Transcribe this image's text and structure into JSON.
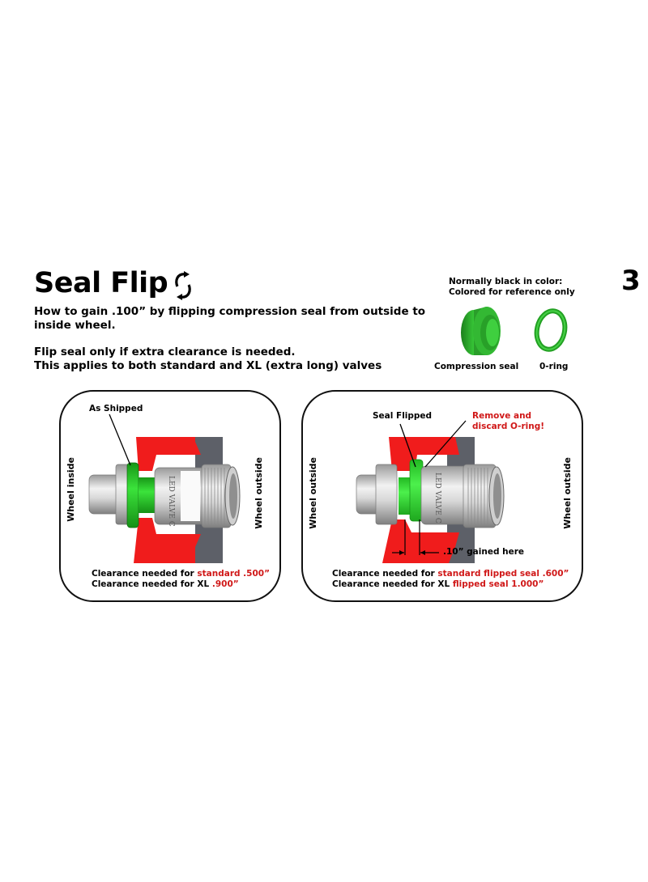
{
  "page": {
    "title": "Seal Flip",
    "title_icon": "flip-arrows-icon",
    "page_number": "3",
    "intro_line1": "How to gain .100” by flipping compression seal from outside to inside wheel.",
    "intro_line2": "Flip seal only if extra clearance is needed.",
    "intro_line3": "This applies to both standard and XL (extra long) valves"
  },
  "reference": {
    "note_line1": "Normally black in color:",
    "note_line2": "Colored for reference only",
    "parts": [
      {
        "label": "Compression seal",
        "icon": "compression-seal-icon"
      },
      {
        "label": "0-ring",
        "icon": "o-ring-icon"
      }
    ]
  },
  "panels": [
    {
      "name": "as-shipped",
      "left_label": "Wheel inside",
      "right_label": "Wheel outside",
      "callout": "As Shipped",
      "clearance": [
        {
          "prefix": "Clearance needed for ",
          "highlight": "standard .500”"
        },
        {
          "prefix": "Clearance needed for XL ",
          "highlight": ".900”"
        }
      ]
    },
    {
      "name": "seal-flipped",
      "left_label": "Wheel outside",
      "right_label": "Wheel outside",
      "callout": "Seal Flipped",
      "warning_line1": "Remove and",
      "warning_line2": "discard O-ring!",
      "gain_label": ".10” gained here",
      "clearance": [
        {
          "prefix": "Clearance needed for ",
          "highlight": "standard flipped seal .600”"
        },
        {
          "prefix": "Clearance needed for XL ",
          "highlight": "flipped seal 1.000”"
        }
      ]
    }
  ],
  "colors": {
    "seal_green": "#2fd12f",
    "part_green": "#2aa82a",
    "wheel_red": "#f01c1c",
    "wheel_gray": "#5d6068",
    "text_red": "#d01818"
  }
}
